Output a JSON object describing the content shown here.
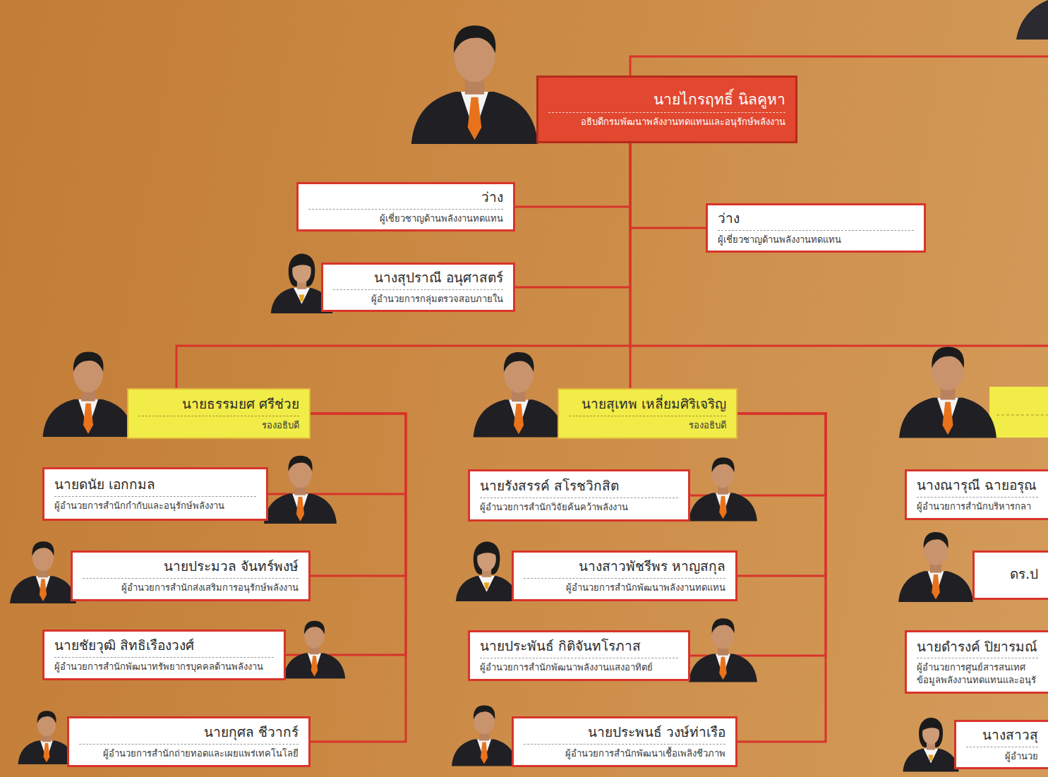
{
  "diagram": {
    "nodes": [
      {
        "text": [
          "นายไกรฤทธิ์ นิลคูหา",
          "อธิบดีกรมพัฒนาพลังงานทดแทนและอนุรักษ์พลังงาน"
        ]
      },
      {
        "text": [
          "ว่าง",
          "ผู้เชี่ยวชาญด้านพลังงานทดแทน"
        ]
      },
      {
        "text": [
          "ว่าง",
          "ผู้เชี่ยวชาญด้านพลังงานทดแทน"
        ]
      },
      {
        "text": [
          "นางสุปราณี อนุศาสตร์",
          "ผู้อำนวยการกลุ่มตรวจสอบภายใน"
        ]
      },
      {
        "text": [
          "นายธรรมยศ ศรีช่วย",
          "รองอธิบดี"
        ]
      },
      {
        "text": [
          "นายดนัย เอกกมล",
          "ผู้อำนวยการสำนักกำกับและอนุรักษ์พลังงาน"
        ]
      },
      {
        "text": [
          "นายประมวล จันทร์พงษ์",
          "ผู้อำนวยการสำนักส่งเสริมการอนุรักษ์พลังงาน"
        ]
      },
      {
        "text": [
          "นายชัยวุฒิ สิทธิเรืองวงศ์",
          "ผู้อำนวยการสำนักพัฒนาทรัพยากรบุคคลด้านพลังงาน"
        ]
      },
      {
        "text": [
          "นายกุศล ชีวากร์",
          "ผู้อำนวยการสำนักถ่ายทอดและเผยแพร่เทคโนโลยี"
        ]
      },
      {
        "text": [
          "นายสุเทพ เหลี่ยมศิริเจริญ",
          "รองอธิบดี"
        ]
      },
      {
        "text": [
          "นายรังสรรค์ สโรชวิกสิต",
          "ผู้อำนวยการสำนักวิจัยค้นคว้าพลังงาน"
        ]
      },
      {
        "text": [
          "นางสาวพัชรีพร หาญสกุล",
          "ผู้อำนวยการสำนักพัฒนาพลังงานทดแทน"
        ]
      },
      {
        "text": [
          "นายประพันธ์ กิติจันทโรภาส",
          "ผู้อำนวยการสำนักพัฒนาพลังงานแสงอาทิตย์"
        ]
      },
      {
        "text": [
          "นายประพนธ์ วงษ์ท่าเรือ",
          "ผู้อำนวยการสำนักพัฒนาเชื้อเพลิงชีวภาพ"
        ]
      },
      {
        "text": [
          "นางณารุณี ฉายอรุณ",
          "ผู้อำนวยการสำนักบริหารกลา"
        ]
      },
      {
        "text": [
          "ดร.ป"
        ]
      },
      {
        "text": [
          "นายดำรงค์ ปิยารมณ์",
          "ผู้อำนวยการศูนย์สารสนเทศ ข้อมูลพลังงานทดแทนและอนุรั"
        ]
      },
      {
        "text": [
          "นางสาวสุ",
          "ผู้อำนวย"
        ]
      }
    ],
    "edges": [
      {
        "from": 0,
        "to": 1,
        "arrow": "none"
      },
      {
        "from": 0,
        "to": 2,
        "arrow": "none"
      },
      {
        "from": 0,
        "to": 3,
        "arrow": "none"
      },
      {
        "from": 0,
        "to": 4,
        "arrow": "none"
      },
      {
        "from": 0,
        "to": 9,
        "arrow": "none"
      },
      {
        "from": 4,
        "to": 5,
        "arrow": "none"
      },
      {
        "from": 4,
        "to": 6,
        "arrow": "none"
      },
      {
        "from": 4,
        "to": 7,
        "arrow": "none"
      },
      {
        "from": 4,
        "to": 8,
        "arrow": "none"
      },
      {
        "from": 9,
        "to": 10,
        "arrow": "none"
      },
      {
        "from": 9,
        "to": 11,
        "arrow": "none"
      },
      {
        "from": 9,
        "to": 12,
        "arrow": "none"
      },
      {
        "from": 9,
        "to": 13,
        "arrow": "none"
      }
    ]
  }
}
